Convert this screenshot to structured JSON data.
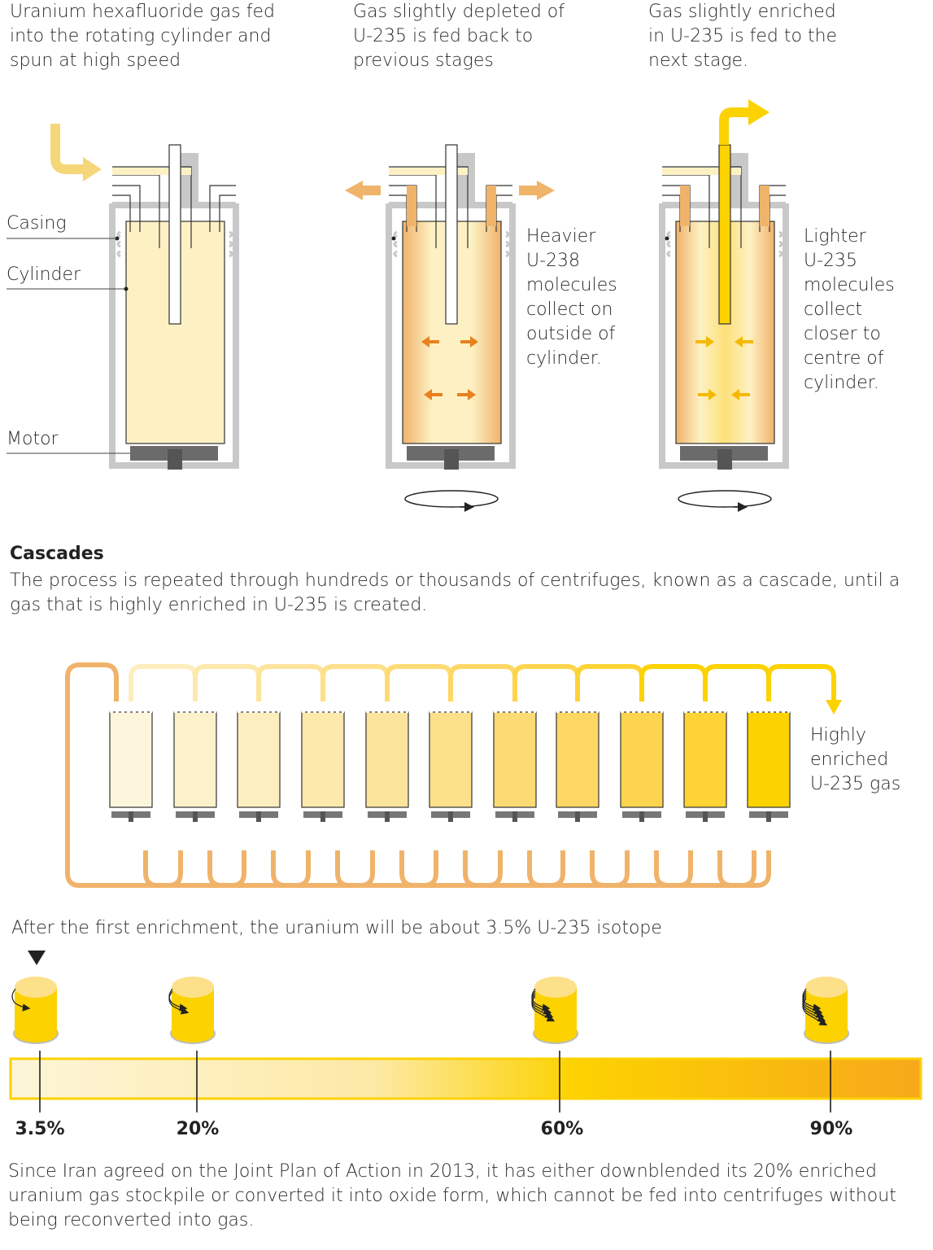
{
  "steps": [
    {
      "caption": "Uranium hexafluoride gas fed\ninto the rotating cylinder and\nspun at high speed"
    },
    {
      "caption": "Gas slightly depleted of\nU-235 is fed back to\nprevious stages",
      "side_note": "Heavier\nU-238\nmolecules\ncollect on\noutside of\ncylinder."
    },
    {
      "caption": "Gas slightly enriched\nin U-235 is fed to the\nnext stage.",
      "side_note": "Lighter\nU-235\nmolecules\ncollect\ncloser to\ncentre of\ncylinder."
    }
  ],
  "parts": {
    "casing": "Casing",
    "cylinder": "Cylinder",
    "motor": "Motor"
  },
  "cascades": {
    "title": "Cascades",
    "body": "The process is repeated through hundreds or thousands of centrifuges, known as a cascade, until a\ngas that is highly enriched in U-235 is created.",
    "output_label": "Highly\nenriched\nU-235 gas",
    "stage_colors": [
      "#fdf6dc",
      "#fdf1cc",
      "#fdeebf",
      "#fde9ac",
      "#fde49c",
      "#fde08a",
      "#fddb74",
      "#fdd763",
      "#fdd44d",
      "#fdd336",
      "#fcd200"
    ]
  },
  "enrichment": {
    "intro": "After the first enrichment, the uranium will be about 3.5% U-235 isotope",
    "levels": [
      {
        "label": "3.5%",
        "value": 3.5,
        "arrows": 1
      },
      {
        "label": "20%",
        "value": 20,
        "arrows": 2
      },
      {
        "label": "60%",
        "value": 60,
        "arrows": 4
      },
      {
        "label": "90%",
        "value": 90,
        "arrows": 5
      }
    ],
    "footnote": "Since Iran agreed on the Joint Plan of Action in 2013, it has either downblended its 20% enriched\nuranium gas stockpile or converted it into oxide form, which cannot be fed into centrifuges without\nbeing reconverted into gas."
  },
  "colors": {
    "pale": "#fdf1c4",
    "orange": "#f0b36a",
    "yellow": "#fcd200",
    "arrow_orange": "#e8801e",
    "casing": "#c8c8c8",
    "motor": "#6b6b6b"
  }
}
